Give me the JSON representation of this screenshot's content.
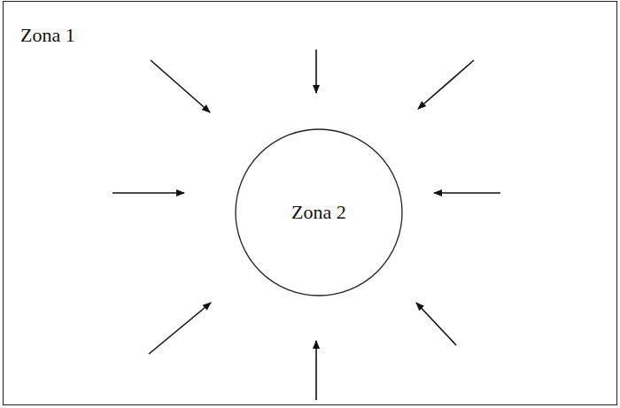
{
  "diagram": {
    "nodes": [
      {
        "text": [
          "Zona 1"
        ]
      },
      {
        "text": [
          "Zona 2"
        ],
        "in": 0
      }
    ]
  }
}
